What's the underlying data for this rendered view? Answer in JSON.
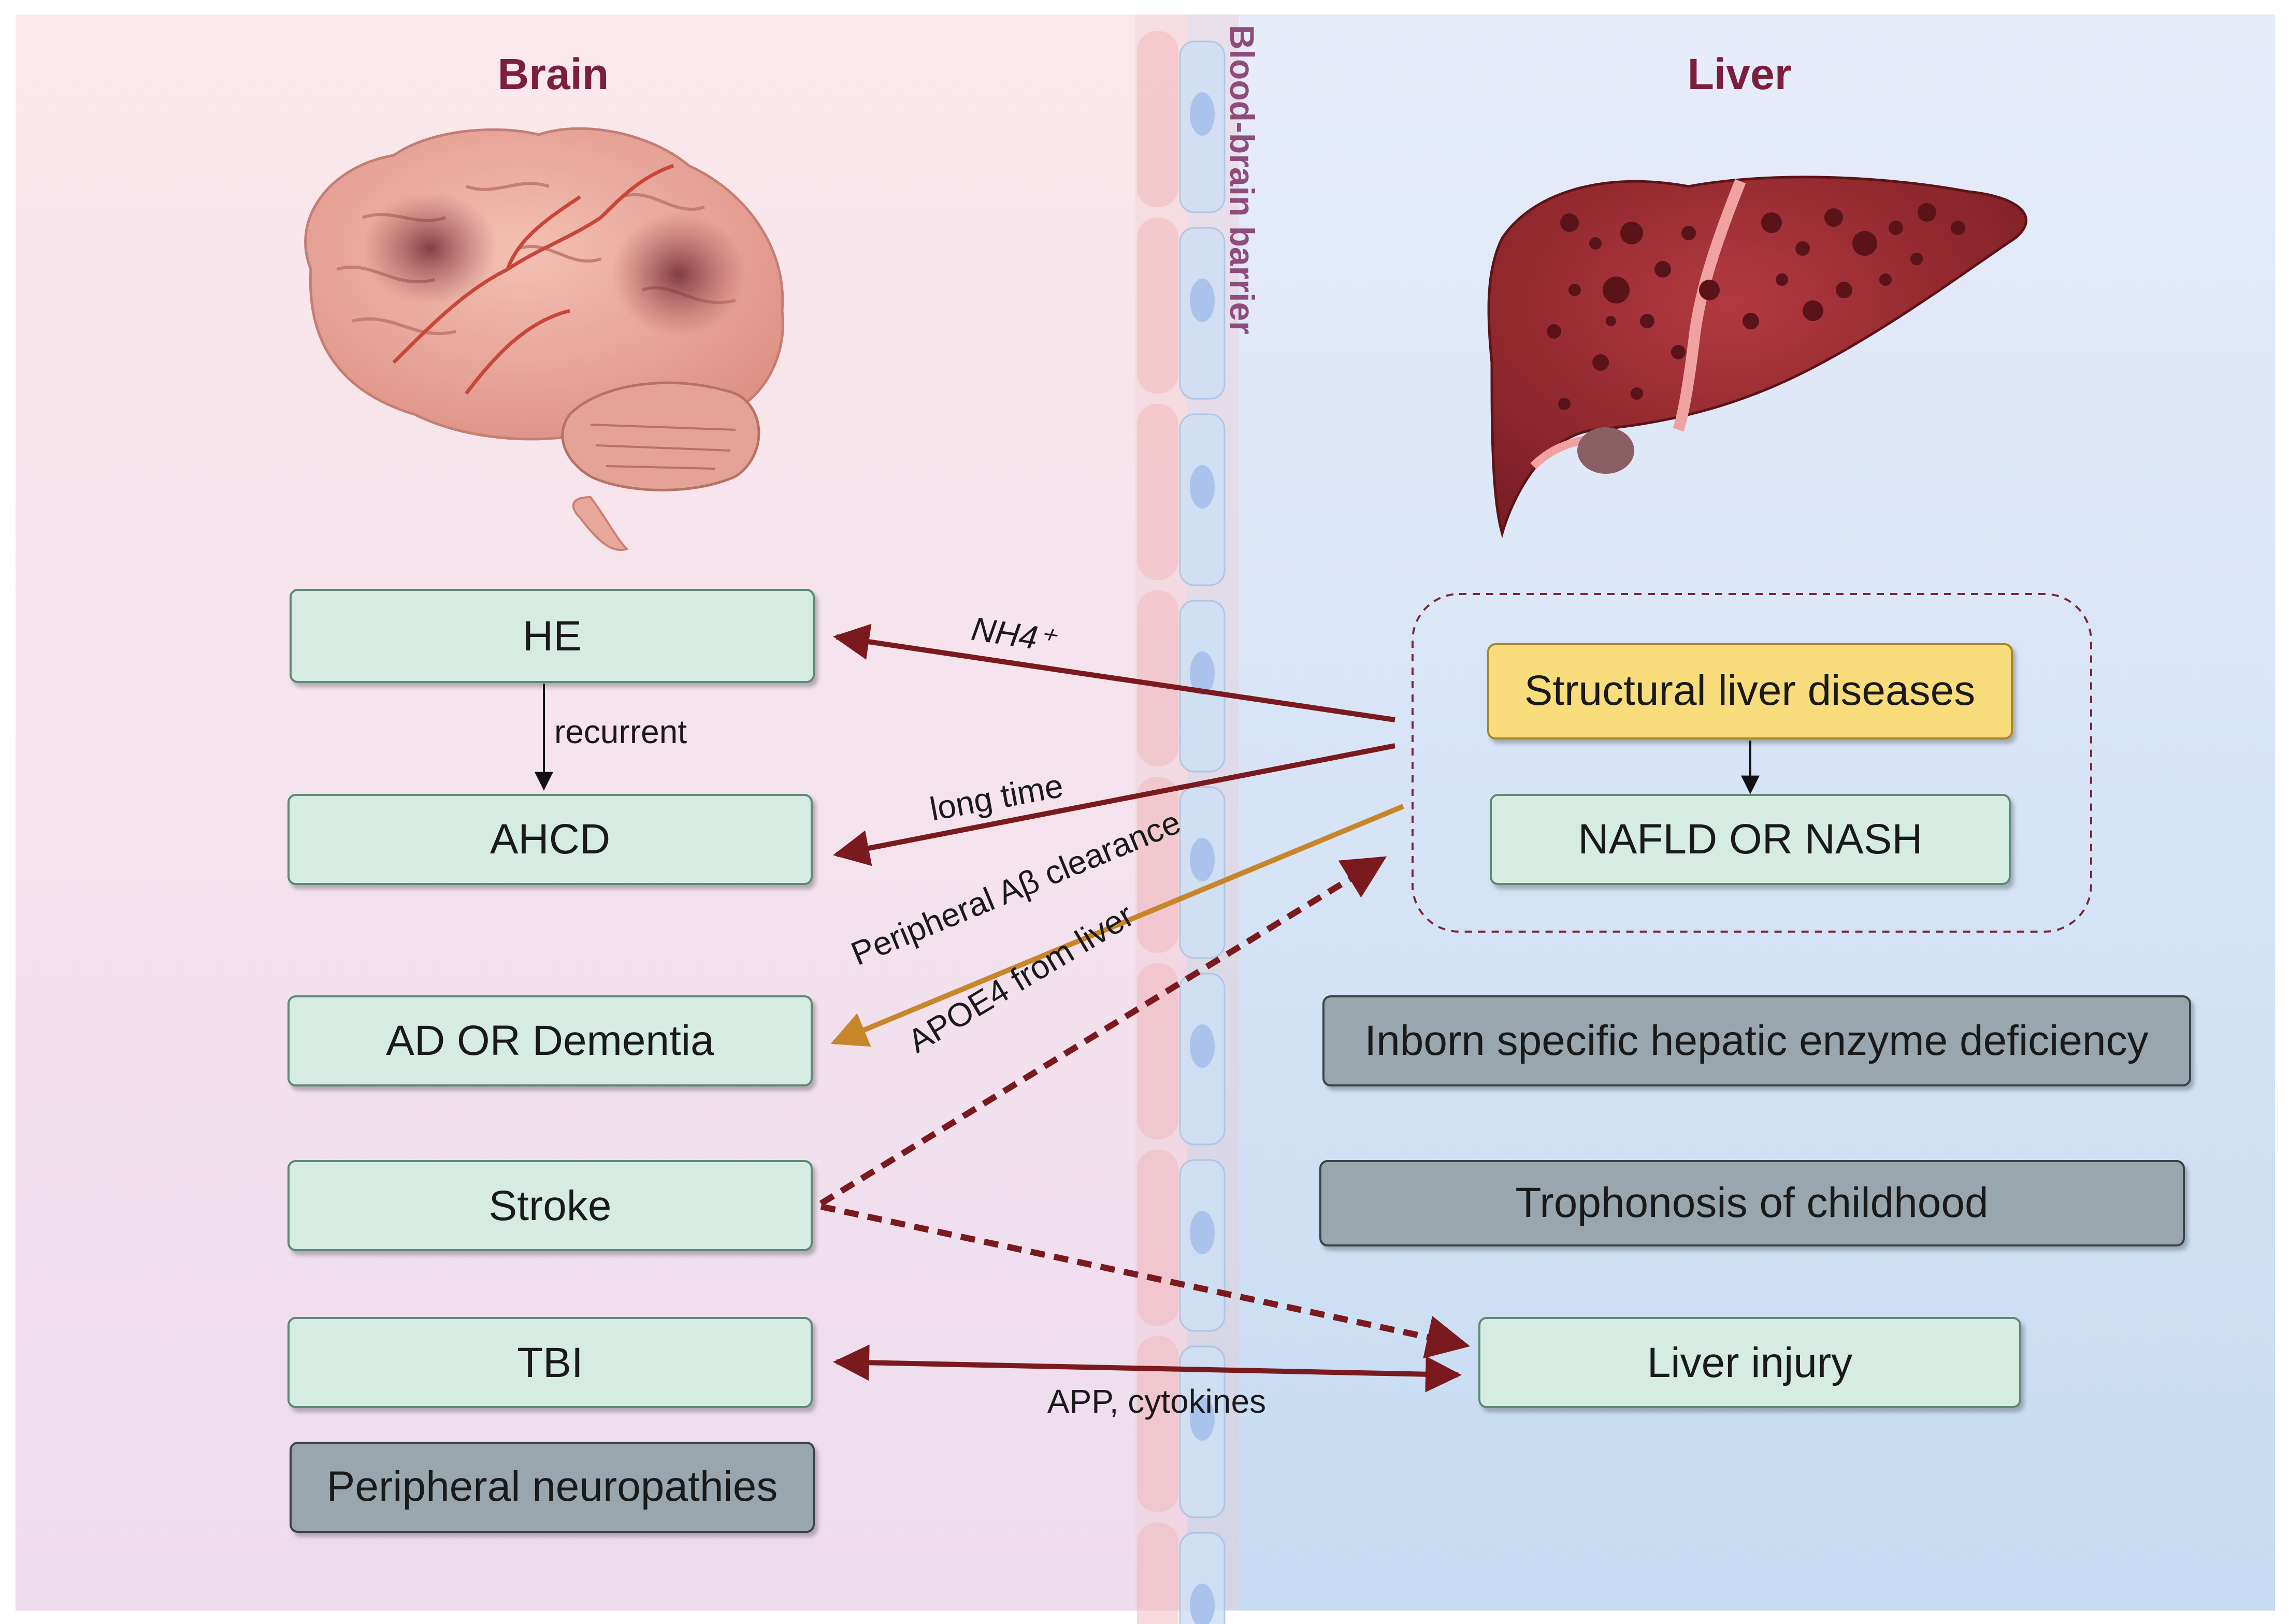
{
  "panels": {
    "brain_title": "Brain",
    "liver_title": "Liver",
    "barrier_title": "Blood-brain barrier"
  },
  "nodes": {
    "he": "HE",
    "ahcd": "AHCD",
    "ad": "AD OR Dementia",
    "stroke": "Stroke",
    "tbi": "TBI",
    "peripheral_neuropathies": "Peripheral neuropathies",
    "structural_liver": "Structural liver diseases",
    "nafld": "NAFLD OR NASH",
    "inborn": "Inborn specific hepatic enzyme deficiency",
    "trophonosis": "Trophonosis of childhood",
    "liver_injury": "Liver injury"
  },
  "edges": {
    "recurrent": "recurrent",
    "nh4": "NH4⁺",
    "long_time": "long time",
    "abeta": "Peripheral Aβ clearance",
    "apoe4": "APOE4 from liver",
    "app": "APP, cytokines"
  },
  "colors": {
    "brain_bg": "#f5e1ea",
    "liver_bg": "#d3e2f4",
    "node_green": "#d6ebe2",
    "node_yellow": "#f9dc7c",
    "node_grey": "#9aa6ae",
    "arrow_dark_red": "#7a1a1e",
    "arrow_orange": "#c8862a"
  }
}
